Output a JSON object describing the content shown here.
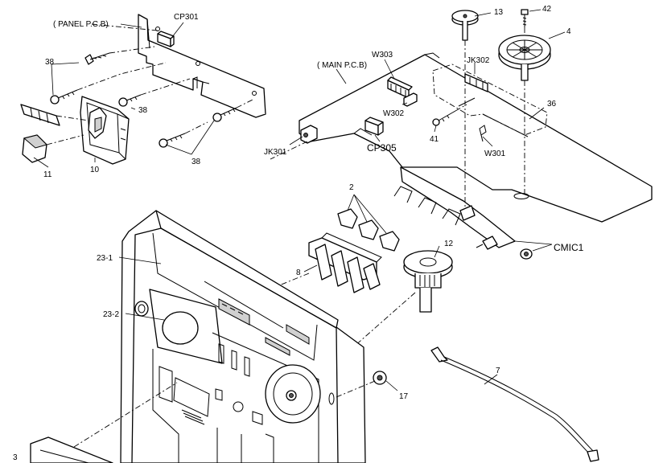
{
  "labels": {
    "panel_pcb": "( PANEL P.C.B)",
    "cp301": "CP301",
    "main_pcb": "( MAIN P.C.B)",
    "w303": "W303",
    "w302": "W302",
    "jk302": "JK302",
    "jk301": "JK301",
    "cp305": "CP305",
    "w301": "W301",
    "cmic1": "CMIC1",
    "p2": "2",
    "p3": "3",
    "p4": "4",
    "p7": "7",
    "p8": "8",
    "p10": "10",
    "p11": "11",
    "p12": "12",
    "p13": "13",
    "p17": "17",
    "p23_1": "23-1",
    "p23_2": "23-2",
    "p36": "36",
    "p38a": "38",
    "p38b": "38",
    "p38c": "38",
    "p41": "41",
    "p42": "42"
  }
}
